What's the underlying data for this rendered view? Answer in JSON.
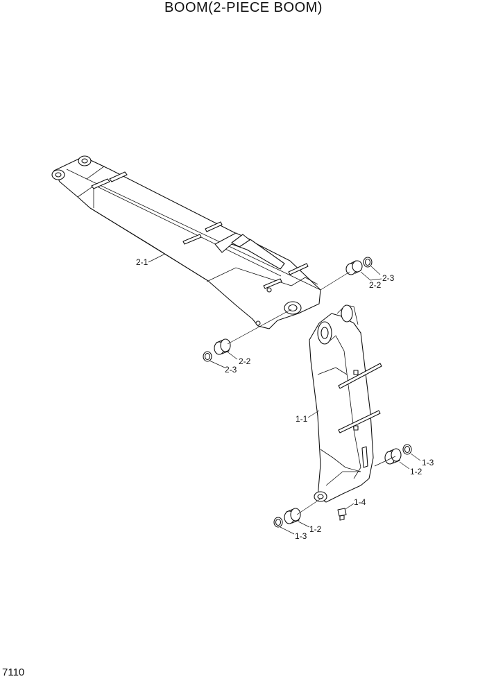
{
  "title": "BOOM(2-PIECE BOOM)",
  "page_number": "7110",
  "callouts": {
    "c21": "2-1",
    "c22a": "2-2",
    "c23a": "2-3",
    "c22b": "2-2",
    "c23b": "2-3",
    "c11": "1-1",
    "c12a": "1-2",
    "c13a": "1-3",
    "c14": "1-4",
    "c12b": "1-2",
    "c13b": "1-3"
  }
}
